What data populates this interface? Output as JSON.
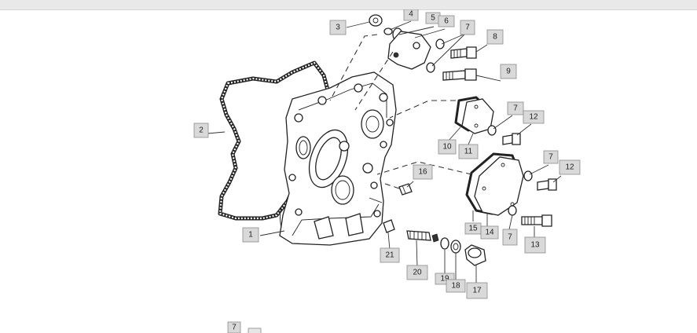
{
  "diagram": {
    "callouts": [
      {
        "id": "c1",
        "label": "1"
      },
      {
        "id": "c2",
        "label": "2"
      },
      {
        "id": "c3",
        "label": "3"
      },
      {
        "id": "c4",
        "label": "4"
      },
      {
        "id": "c5",
        "label": "5"
      },
      {
        "id": "c6",
        "label": "6"
      },
      {
        "id": "c7a",
        "label": "7"
      },
      {
        "id": "c8",
        "label": "8"
      },
      {
        "id": "c9",
        "label": "9"
      },
      {
        "id": "c7b",
        "label": "7"
      },
      {
        "id": "c12a",
        "label": "12"
      },
      {
        "id": "c10",
        "label": "10"
      },
      {
        "id": "c11",
        "label": "11"
      },
      {
        "id": "c7c",
        "label": "7"
      },
      {
        "id": "c12b",
        "label": "12"
      },
      {
        "id": "c16",
        "label": "16"
      },
      {
        "id": "c15",
        "label": "15"
      },
      {
        "id": "c14",
        "label": "14"
      },
      {
        "id": "c7d",
        "label": "7"
      },
      {
        "id": "c13",
        "label": "13"
      },
      {
        "id": "c21",
        "label": "21"
      },
      {
        "id": "c20",
        "label": "20"
      },
      {
        "id": "c19",
        "label": "19"
      },
      {
        "id": "c18",
        "label": "18"
      },
      {
        "id": "c17",
        "label": "17"
      },
      {
        "id": "c7e",
        "label": "7"
      }
    ]
  }
}
